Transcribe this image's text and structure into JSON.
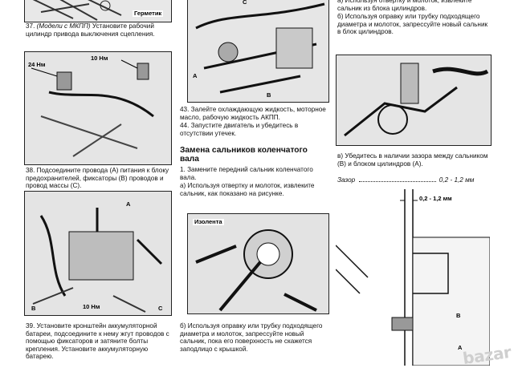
{
  "col1": {
    "top_fig_label": "Герметик",
    "cap37": {
      "num": "37.",
      "note": "(Модели с МКПП)",
      "text": "Установите рабочий цилиндр привода выключения сцепления."
    },
    "fig38": {
      "l1": "24 Нм",
      "l2": "10 Нм"
    },
    "cap38": "38. Подсоедините провода (А) питания к блоку предохранителей, фиксаторы (В) проводов и провод массы (С).",
    "fig39": {
      "a": "A",
      "b": "B",
      "c": "C",
      "t": "10 Нм"
    },
    "cap39": "39. Установите кронштейн аккумуляторной батареи, подсоедините к нему жгут проводов с помощью фиксаторов и затяните болты крепления. Установите аккумуляторную батарею."
  },
  "col2": {
    "fig_top": {
      "c": "C",
      "a": "A",
      "b": "B"
    },
    "cap43": "43. Залейте охлаждающую жидкость, моторное масло, рабочую жидкость АКПП.",
    "cap44": "44. Запустите двигатель и убедитесь в отсутствии утечек.",
    "heading": "Замена сальников коленчатого вала",
    "step1": "1. Замените передний сальник коленчатого вала.",
    "step1a": "а) Используя отвертку и молоток, извлеките сальник, как показано на рисунке.",
    "fig_seal": {
      "label": "Изолента"
    },
    "step1b": "б) Используя оправку или трубку подходящего диаметра и молоток, запрессуйте новый сальник, пока его поверхность не скажется заподлицо с крышкой."
  },
  "col3": {
    "top_a": "а) Используя отвертку и молоток, извлеките сальник из блока цилиндров.",
    "top_b": "б) Используя оправку или трубку подходящего диаметра и молоток, запрессуйте новый сальник в блок цилиндров.",
    "cap_v": "в) Убедитесь в наличии зазора между сальником (В) и блоком цилиндров (А).",
    "spec_label": "Зазор",
    "spec_value": "0,2 - 1,2 мм",
    "fig_gap": {
      "dim": "0,2 - 1,2 мм",
      "b": "B",
      "a": "A"
    }
  },
  "watermark": "bazar"
}
